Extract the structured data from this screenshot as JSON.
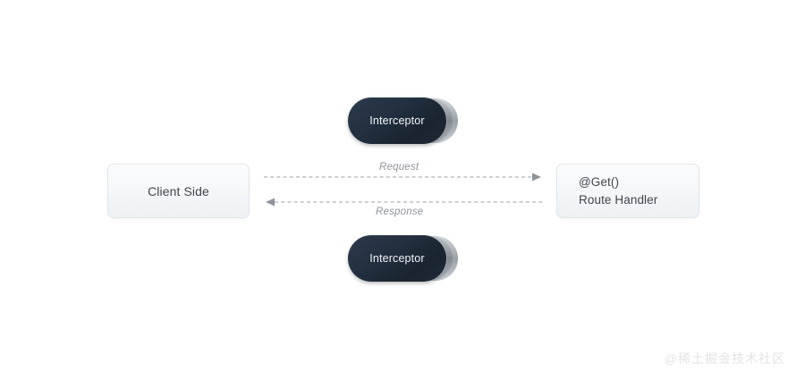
{
  "diagram": {
    "background_color": "#ffffff",
    "nodes": {
      "client_side": {
        "label": "Client Side",
        "text_color": "#3f464d"
      },
      "route_handler": {
        "line1": "@Get()",
        "line2": "Route Handler",
        "text_color": "#3f464d"
      },
      "interceptor_top": {
        "label": "Interceptor",
        "fill_color": "#1f2a36",
        "text_color": "#f2f5f7"
      },
      "interceptor_bottom": {
        "label": "Interceptor",
        "fill_color": "#1f2a36",
        "text_color": "#f2f5f7"
      }
    },
    "edges": {
      "request": {
        "label": "Request",
        "direction": "right",
        "style": "dashed",
        "color": "#9aa0a6"
      },
      "response": {
        "label": "Response",
        "direction": "left",
        "style": "dashed",
        "color": "#9aa0a6"
      }
    }
  },
  "watermark": {
    "text": "@稀土掘金技术社区",
    "color": "#e2e4e6"
  }
}
